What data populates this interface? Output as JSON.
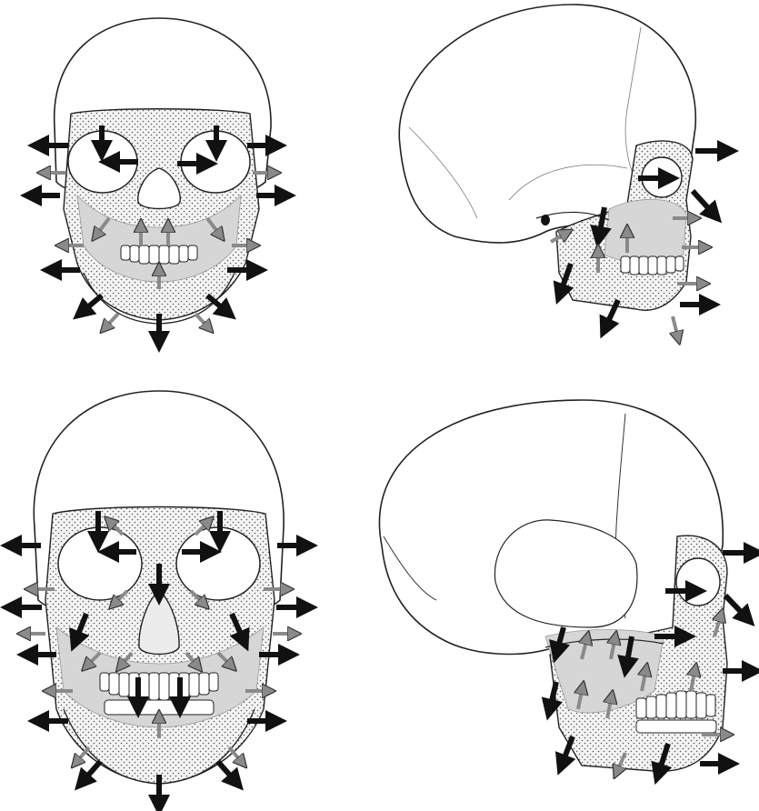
{
  "figure": {
    "panels": [
      {
        "id": "child-front",
        "view": "frontal",
        "age_stage": "child"
      },
      {
        "id": "child-side",
        "view": "lateral",
        "age_stage": "child"
      },
      {
        "id": "adult-front",
        "view": "frontal",
        "age_stage": "adult"
      },
      {
        "id": "adult-side",
        "view": "lateral",
        "age_stage": "adult"
      }
    ],
    "legend": {
      "black_arrow_meaning": "",
      "gray_arrow_meaning": ""
    },
    "colors": {
      "outline": "#1a1a1a",
      "bone_fill": "#ffffff",
      "stipple_region": "#f2f2f2",
      "shaded_region": "#d9d9d9",
      "black_arrow": "#111111",
      "gray_arrow": "#9a9a9a"
    }
  }
}
